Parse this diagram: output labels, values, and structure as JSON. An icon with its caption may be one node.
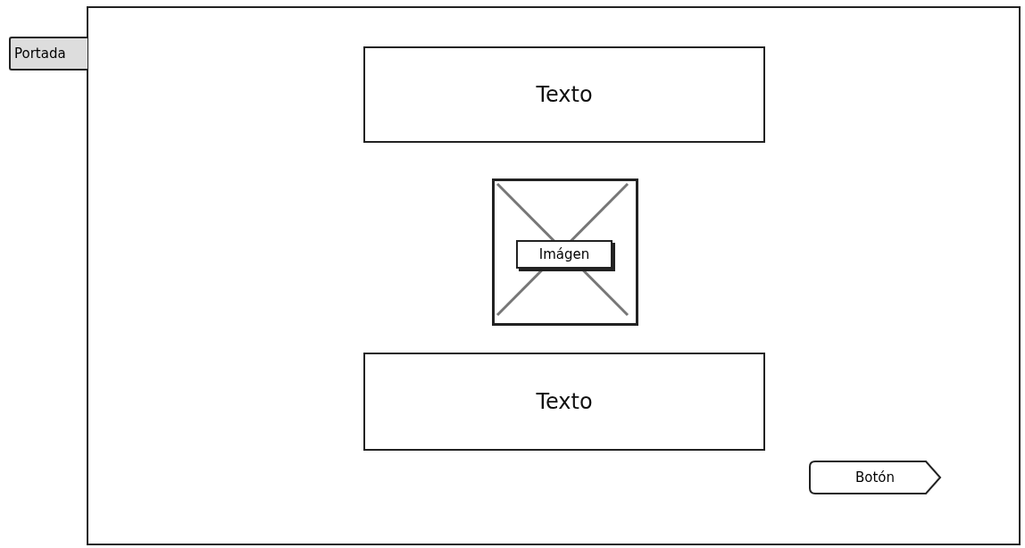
{
  "diagram": {
    "nodes": [
      {
        "text": [
          "Portada"
        ]
      },
      {
        "text": [
          "Texto"
        ],
        "in": 0
      },
      {
        "text": [
          "Imágen"
        ],
        "in": 0
      },
      {
        "text": [
          "Texto"
        ],
        "in": 0
      },
      {
        "text": [
          "Botón"
        ],
        "in": 0
      }
    ]
  }
}
